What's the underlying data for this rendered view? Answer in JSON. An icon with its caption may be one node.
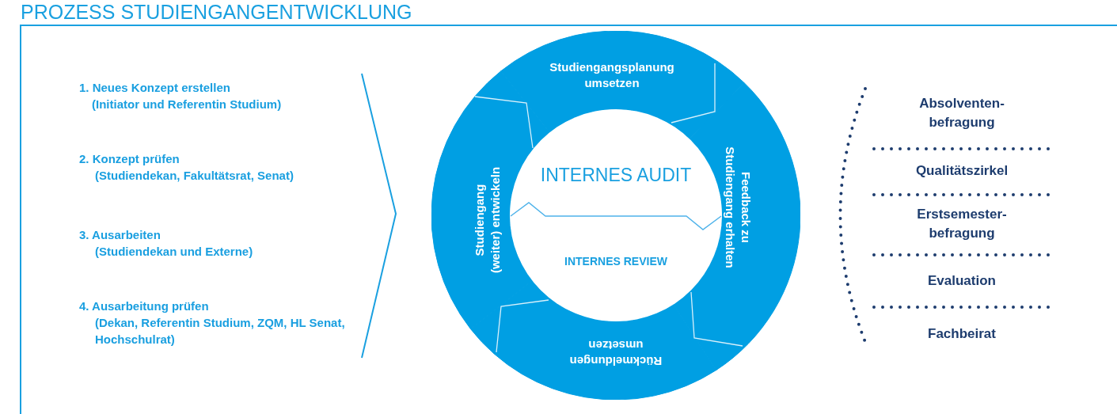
{
  "diagram": {
    "title": "PROZESS STUDIENGANGENTWICKLUNG",
    "nodes": [
      {
        "text": [
          "Studiengangsplanung umsetzen"
        ]
      },
      {
        "text": [
          "Feedback zu Studiengang erhalten"
        ]
      },
      {
        "text": [
          "Rückmeldungen umsetzen"
        ]
      },
      {
        "text": [
          "Studiengang (weiter) entwickeln"
        ]
      },
      {
        "text": [
          "INTERNES AUDIT",
          "INTERNES REVIEW"
        ]
      }
    ],
    "labels": [
      "1. Neues Konzept erstellen",
      "(Initiator und Referentin Studium)",
      "2. Konzept prüfen",
      "(Studiendekan, Fakultätsrat, Senat)",
      "3. Ausarbeiten",
      "(Studiendekan und Externe)",
      "4. Ausarbeitung prüfen",
      "(Dekan, Referentin Studium, ZQM, HL Senat, Hochschulrat)",
      "Absolventen- befragung",
      "Qualitätszirkel",
      "Erstsemester- befragung",
      "Evaluation",
      "Fachbeirat"
    ]
  }
}
